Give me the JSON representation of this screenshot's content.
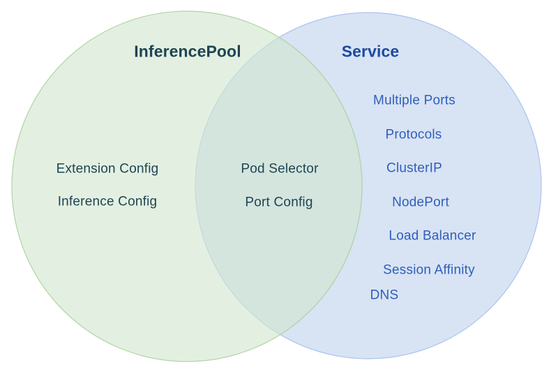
{
  "venn": {
    "left": {
      "title": "InferencePool",
      "items": [
        "Extension Config",
        "Inference Config"
      ]
    },
    "overlap": {
      "items": [
        "Pod Selector",
        "Port Config"
      ]
    },
    "right": {
      "title": "Service",
      "items": [
        "Multiple Ports",
        "Protocols",
        "ClusterIP",
        "NodePort",
        "Load Balancer",
        "Session Affinity",
        "DNS"
      ]
    }
  },
  "colors": {
    "background": "#ffffff",
    "green-fill": "#d2e6cf",
    "green-stroke": "#a8cf9f",
    "blue-fill": "#d8e3f4",
    "blue-stroke": "#a9c3f0",
    "pool-text": "#1e4454",
    "service-title": "#1d4a9e",
    "service-text": "#2f5fba"
  }
}
